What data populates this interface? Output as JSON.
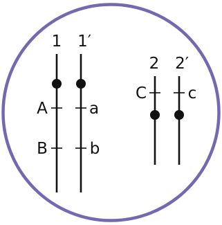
{
  "colors": {
    "circle_border": "#7468b0",
    "chromosome": "#111111",
    "background": "#ffffff"
  },
  "chromosomes": {
    "pair1": {
      "first_label": "1",
      "second_label": "1′"
    },
    "pair2": {
      "first_label": "2",
      "second_label": "2′"
    }
  },
  "loci": {
    "A": "A",
    "a": "a",
    "B": "B",
    "b": "b",
    "C": "C",
    "c": "c"
  }
}
